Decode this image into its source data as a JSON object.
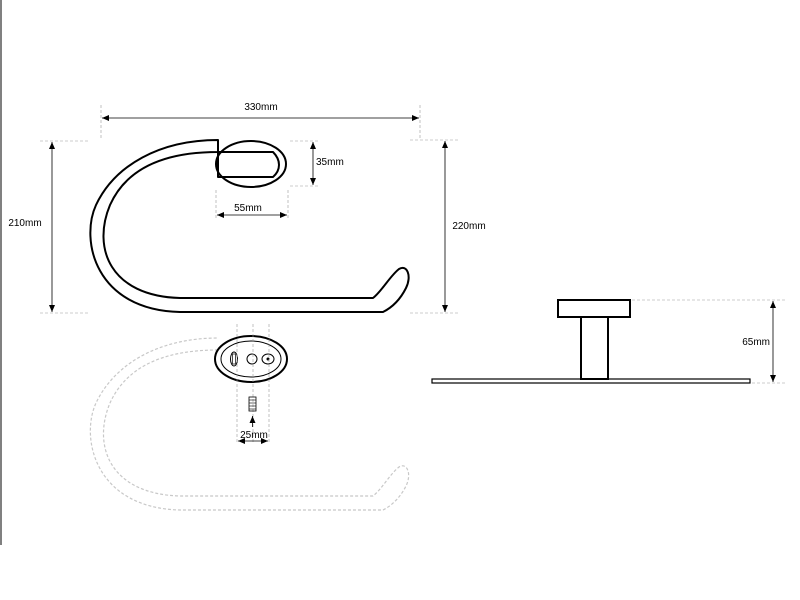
{
  "dimensions": {
    "width_total": "330mm",
    "height_left": "210mm",
    "height_right": "220mm",
    "flange_height": "35mm",
    "flange_width": "55mm",
    "hole_spacing": "25mm",
    "projection": "65mm"
  },
  "colors": {
    "line": "#000000",
    "ghost_line": "#c8c8c8",
    "extension_line": "#9a9a9a",
    "background": "#ffffff"
  }
}
